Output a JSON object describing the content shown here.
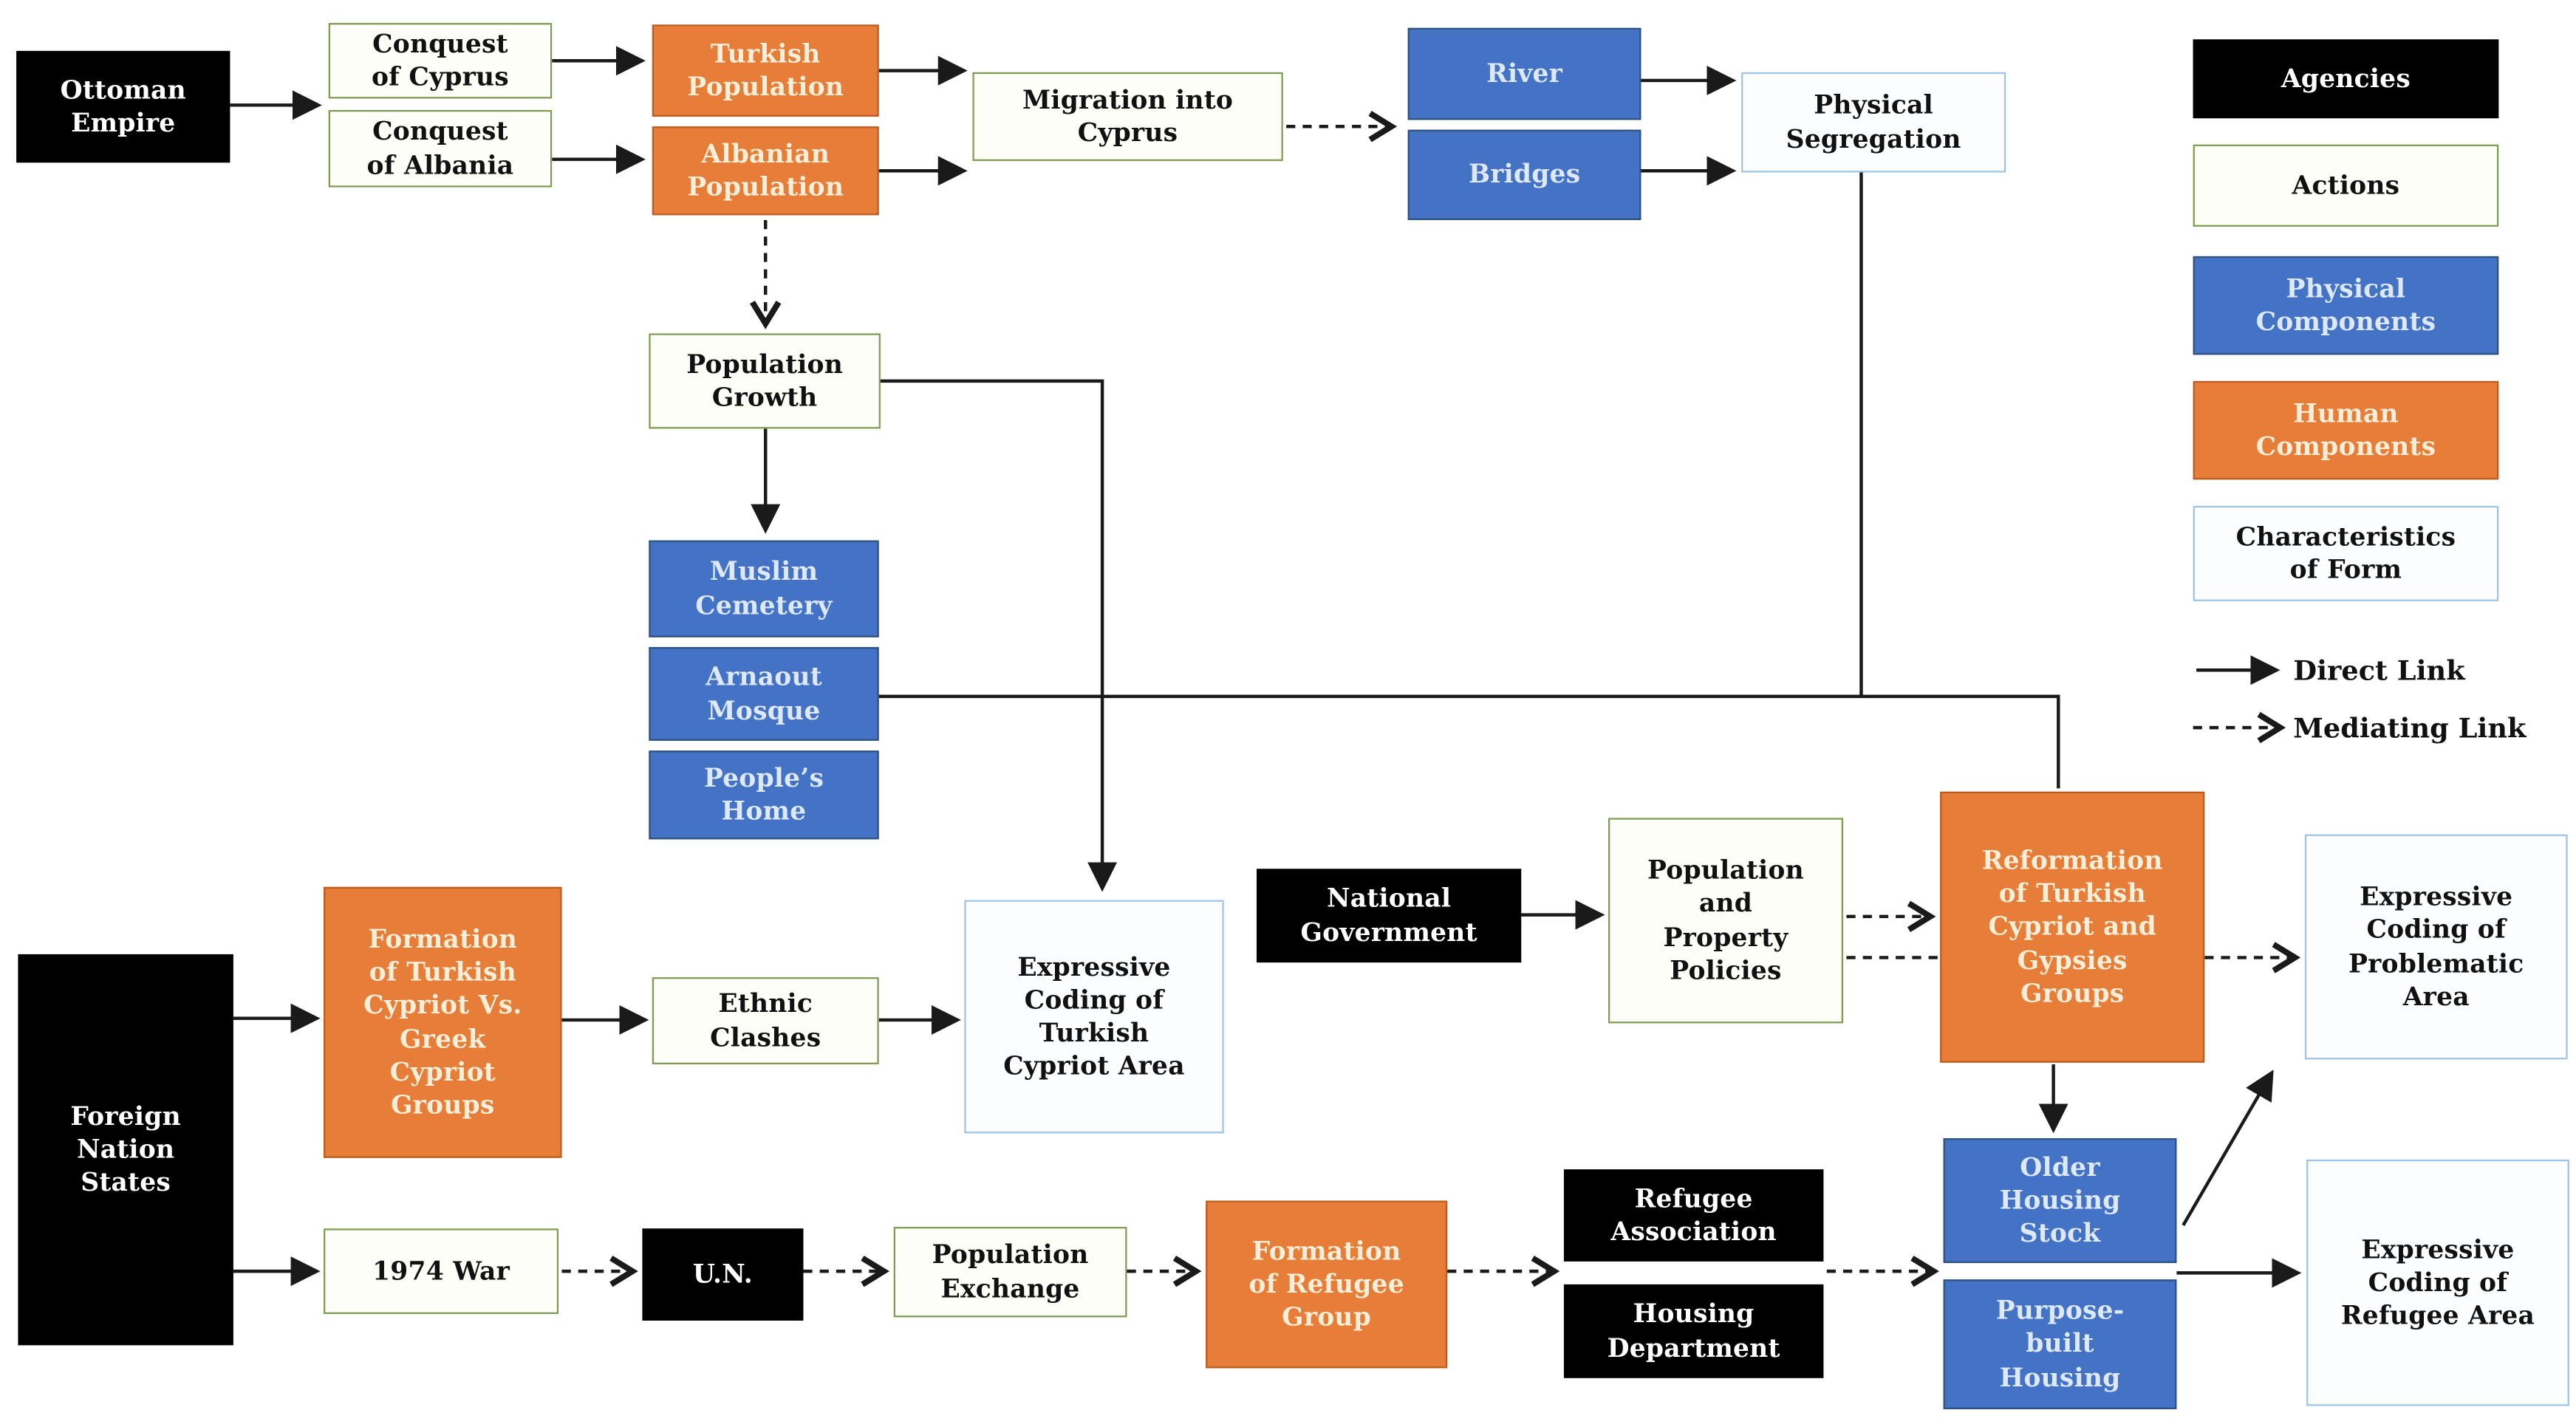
{
  "nodes": {
    "ottoman_empire": {
      "label": "Ottoman\nEmpire",
      "type": "agency"
    },
    "conquest_cyprus": {
      "label": "Conquest\nof Cyprus",
      "type": "action"
    },
    "conquest_albania": {
      "label": "Conquest\nof Albania",
      "type": "action"
    },
    "turkish_population": {
      "label": "Turkish\nPopulation",
      "type": "human"
    },
    "albanian_population": {
      "label": "Albanian\nPopulation",
      "type": "human"
    },
    "migration_cyprus": {
      "label": "Migration into\nCyprus",
      "type": "action"
    },
    "river": {
      "label": "River",
      "type": "physical"
    },
    "bridges": {
      "label": "Bridges",
      "type": "physical"
    },
    "physical_segregation": {
      "label": "Physical\nSegregation",
      "type": "form"
    },
    "population_growth": {
      "label": "Population\nGrowth",
      "type": "action"
    },
    "muslim_cemetery": {
      "label": "Muslim\nCemetery",
      "type": "physical"
    },
    "arnaout_mosque": {
      "label": "Arnaout\nMosque",
      "type": "physical"
    },
    "peoples_home": {
      "label": "People’s\nHome",
      "type": "physical"
    },
    "foreign_nation_states": {
      "label": "Foreign\nNation\nStates",
      "type": "agency"
    },
    "formation_tc_gc": {
      "label": "Formation\nof Turkish\nCypriot Vs.\nGreek\nCypriot\nGroups",
      "type": "human"
    },
    "ethnic_clashes": {
      "label": "Ethnic\nClashes",
      "type": "action"
    },
    "expressive_turkish": {
      "label": "Expressive\nCoding of\nTurkish\nCypriot Area",
      "type": "form"
    },
    "national_government": {
      "label": "National\nGovernment",
      "type": "agency"
    },
    "population_property_policies": {
      "label": "Population\nand\nProperty\nPolicies",
      "type": "action"
    },
    "reformation_groups": {
      "label": "Reformation\nof Turkish\nCypriot and\nGypsies\nGroups",
      "type": "human"
    },
    "expressive_problematic": {
      "label": "Expressive\nCoding of\nProblematic\nArea",
      "type": "form"
    },
    "older_housing_stock": {
      "label": "Older\nHousing\nStock",
      "type": "physical"
    },
    "purpose_built_housing": {
      "label": "Purpose-\nbuilt\nHousing",
      "type": "physical"
    },
    "expressive_refugee": {
      "label": "Expressive\nCoding of\nRefugee Area",
      "type": "form"
    },
    "war_1974": {
      "label": "1974 War",
      "type": "action"
    },
    "un": {
      "label": "U.N.",
      "type": "agency"
    },
    "population_exchange": {
      "label": "Population\nExchange",
      "type": "action"
    },
    "formation_refugee_group": {
      "label": "Formation\nof Refugee\nGroup",
      "type": "human"
    },
    "refugee_association": {
      "label": "Refugee\nAssociation",
      "type": "agency"
    },
    "housing_department": {
      "label": "Housing\nDepartment",
      "type": "agency"
    }
  },
  "legend": {
    "agencies": {
      "label": "Agencies"
    },
    "actions": {
      "label": "Actions"
    },
    "physical_components": {
      "label": "Physical\nComponents"
    },
    "human_components": {
      "label": "Human\nComponents"
    },
    "characteristics_of_form": {
      "label": "Characteristics\nof Form"
    },
    "direct_link": {
      "label": "Direct Link"
    },
    "mediating_link": {
      "label": "Mediating Link"
    }
  },
  "colors": {
    "agency_fill": "#000000",
    "agency_text": "#FFFFFF",
    "action_fill": "#FDFEF7",
    "action_border": "#7E9B52",
    "physical_fill": "#4472C4",
    "physical_border": "#2E527F",
    "physical_text": "#DDE9F8",
    "human_fill": "#E67E3A",
    "human_border": "#BE5B1E",
    "human_text": "#F9EFD9",
    "form_fill": "#FBFDFE",
    "form_border": "#9DC3E6",
    "line": "#1A1A1A"
  }
}
